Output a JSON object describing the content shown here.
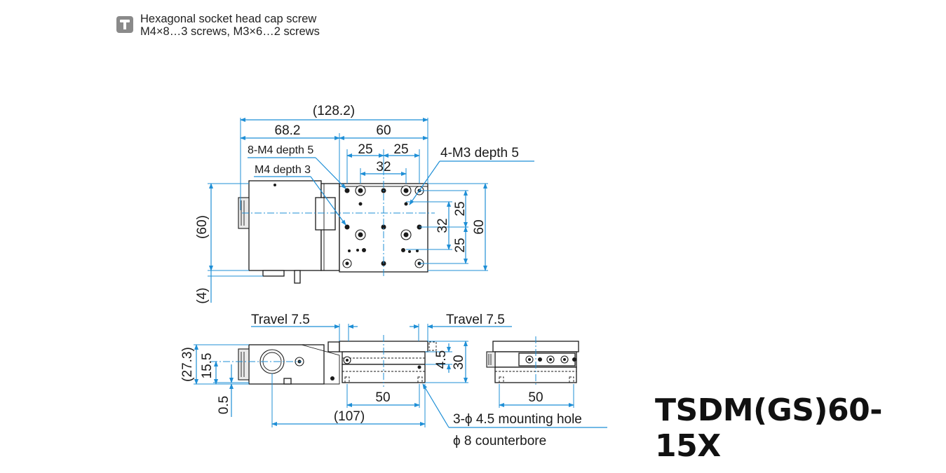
{
  "legend": {
    "icon": "hex-socket-screw-icon",
    "line1": "Hexagonal socket head cap screw",
    "line2": "M4×8…3 screws, M3×6…2 screws"
  },
  "model": "TSDM(GS)60-15X",
  "top_view": {
    "overall_width": "(128.2)",
    "left_width": "68.2",
    "right_width": "60",
    "pitch_25_a": "25",
    "pitch_25_b": "25",
    "pitch_32": "32",
    "tap_m4": "8-M4 depth 5",
    "tap_m4_center": "M4 depth 3",
    "tap_m3": "4-M3 depth 5",
    "height_overall": "(60)",
    "height_offset": "(4)",
    "v_25_a": "25",
    "v_32": "32",
    "v_25_b": "25",
    "v_60": "60"
  },
  "side_view": {
    "travel_left": "Travel 7.5",
    "travel_right": "Travel 7.5",
    "h_273": "(27.3)",
    "h_155": "15.5",
    "h_05": "0.5",
    "h_45": "4.5",
    "h_30": "30",
    "w_50": "50",
    "w_107": "(107)",
    "mount_hole": "3-ϕ 4.5 mounting hole",
    "counterbore": "ϕ 8 counterbore"
  },
  "end_view": {
    "w_50": "50"
  },
  "colors": {
    "dimension": "#1f8fd6",
    "outline": "#1a1a1a",
    "icon": "#8a8a8a"
  }
}
